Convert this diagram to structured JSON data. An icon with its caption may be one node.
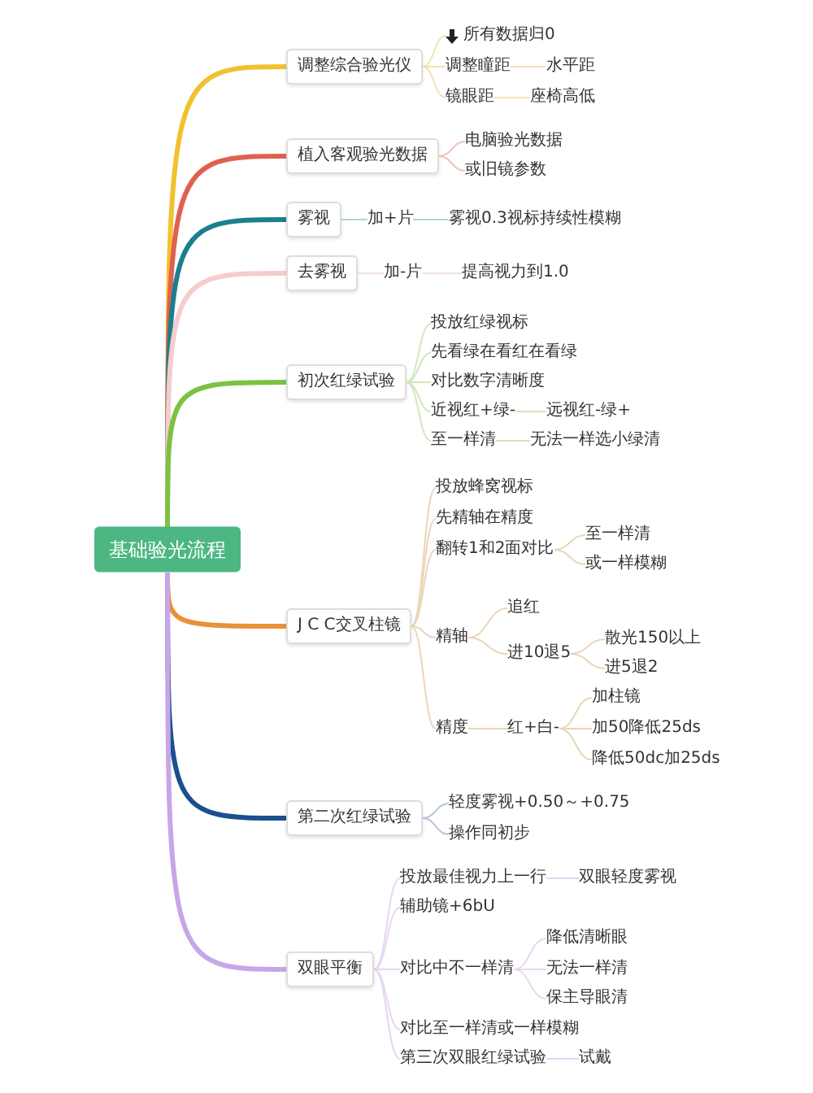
{
  "diagram": {
    "nodes": [
      {
        "text": [
          "基础验光流程"
        ]
      },
      {
        "text": [
          "调整综合验光仪"
        ]
      },
      {
        "text": [
          "所有数据归0"
        ]
      },
      {
        "text": [
          "调整瞳距"
        ]
      },
      {
        "text": [
          "水平距"
        ]
      },
      {
        "text": [
          "镜眼距"
        ]
      },
      {
        "text": [
          "座椅高低"
        ]
      },
      {
        "text": [
          "植入客观验光数据"
        ]
      },
      {
        "text": [
          "电脑验光数据"
        ]
      },
      {
        "text": [
          "或旧镜参数"
        ]
      },
      {
        "text": [
          "雾视"
        ]
      },
      {
        "text": [
          "加+片"
        ]
      },
      {
        "text": [
          "雾视0.3视标持续性模糊"
        ]
      },
      {
        "text": [
          "去雾视"
        ]
      },
      {
        "text": [
          "加-片"
        ]
      },
      {
        "text": [
          "提高视力到1.0"
        ]
      },
      {
        "text": [
          "初次红绿试验"
        ]
      },
      {
        "text": [
          "投放红绿视标"
        ]
      },
      {
        "text": [
          "先看绿在看红在看绿"
        ]
      },
      {
        "text": [
          "对比数字清晰度"
        ]
      },
      {
        "text": [
          "近视红+绿-"
        ]
      },
      {
        "text": [
          "远视红-绿+"
        ]
      },
      {
        "text": [
          "至一样清"
        ]
      },
      {
        "text": [
          "无法一样选小绿清"
        ]
      },
      {
        "text": [
          "J C C交叉柱镜"
        ]
      },
      {
        "text": [
          "投放蜂窝视标"
        ]
      },
      {
        "text": [
          "先精轴在精度"
        ]
      },
      {
        "text": [
          "翻转1和2面对比"
        ]
      },
      {
        "text": [
          "至一样清"
        ]
      },
      {
        "text": [
          "或一样模糊"
        ]
      },
      {
        "text": [
          "精轴"
        ]
      },
      {
        "text": [
          "追红"
        ]
      },
      {
        "text": [
          "进10退5"
        ]
      },
      {
        "text": [
          "散光150以上"
        ]
      },
      {
        "text": [
          "进5退2"
        ]
      },
      {
        "text": [
          "精度"
        ]
      },
      {
        "text": [
          "红+白-"
        ]
      },
      {
        "text": [
          "加柱镜"
        ]
      },
      {
        "text": [
          "加50降低25ds"
        ]
      },
      {
        "text": [
          "降低50dc加25ds"
        ]
      },
      {
        "text": [
          "第二次红绿试验"
        ]
      },
      {
        "text": [
          "轻度雾视+0.50～+0.75"
        ]
      },
      {
        "text": [
          "操作同初步"
        ]
      },
      {
        "text": [
          "双眼平衡"
        ]
      },
      {
        "text": [
          "投放最佳视力上一行"
        ]
      },
      {
        "text": [
          "双眼轻度雾视"
        ]
      },
      {
        "text": [
          "辅助镜+6bU"
        ]
      },
      {
        "text": [
          "对比中不一样清"
        ]
      },
      {
        "text": [
          "降低清晰眼"
        ]
      },
      {
        "text": [
          "无法一样清"
        ]
      },
      {
        "text": [
          "保主导眼清"
        ]
      },
      {
        "text": [
          "对比至一样清或一样模糊"
        ]
      },
      {
        "text": [
          "第三次双眼红绿试验"
        ]
      },
      {
        "text": [
          "试戴"
        ]
      }
    ],
    "edges": [
      {
        "from": 0,
        "to": 1,
        "arrow": "none",
        "style": "thick",
        "color": "#f2c12e"
      },
      {
        "from": 1,
        "to": 2,
        "arrow": "none",
        "color": "#f0e2b4"
      },
      {
        "from": 1,
        "to": 3,
        "arrow": "none",
        "color": "#f0e2b4"
      },
      {
        "from": 3,
        "to": 4,
        "arrow": "none",
        "color": "#f0e2b4"
      },
      {
        "from": 1,
        "to": 5,
        "arrow": "none",
        "color": "#f0e2b4"
      },
      {
        "from": 5,
        "to": 6,
        "arrow": "none",
        "color": "#f0e2b4"
      },
      {
        "from": 0,
        "to": 7,
        "arrow": "none",
        "style": "thick",
        "color": "#e0604f"
      },
      {
        "from": 7,
        "to": 8,
        "arrow": "none",
        "color": "#eec3bb"
      },
      {
        "from": 7,
        "to": 9,
        "arrow": "none",
        "color": "#eec3bb"
      },
      {
        "from": 0,
        "to": 10,
        "arrow": "none",
        "style": "thick",
        "color": "#1a7f8e"
      },
      {
        "from": 10,
        "to": 11,
        "arrow": "none",
        "color": "#b2d4d9"
      },
      {
        "from": 11,
        "to": 12,
        "arrow": "none",
        "color": "#b2d4d9"
      },
      {
        "from": 0,
        "to": 13,
        "arrow": "none",
        "style": "thick",
        "color": "#f6cccc"
      },
      {
        "from": 13,
        "to": 14,
        "arrow": "none",
        "color": "#f3e0e0"
      },
      {
        "from": 14,
        "to": 15,
        "arrow": "none",
        "color": "#f3e0e0"
      },
      {
        "from": 0,
        "to": 16,
        "arrow": "none",
        "style": "thick",
        "color": "#7cc242"
      },
      {
        "from": 16,
        "to": 17,
        "arrow": "none",
        "color": "#d2e6bf"
      },
      {
        "from": 16,
        "to": 18,
        "arrow": "none",
        "color": "#d2e6bf"
      },
      {
        "from": 16,
        "to": 19,
        "arrow": "none",
        "color": "#d2e6bf"
      },
      {
        "from": 16,
        "to": 20,
        "arrow": "none",
        "color": "#d2e6bf"
      },
      {
        "from": 20,
        "to": 21,
        "arrow": "none",
        "color": "#d2e6bf"
      },
      {
        "from": 16,
        "to": 22,
        "arrow": "none",
        "color": "#d2e6bf"
      },
      {
        "from": 22,
        "to": 23,
        "arrow": "none",
        "color": "#d2e6bf"
      },
      {
        "from": 0,
        "to": 24,
        "arrow": "none",
        "style": "thick",
        "color": "#e8913a"
      },
      {
        "from": 24,
        "to": 25,
        "arrow": "none",
        "color": "#ebd5b8"
      },
      {
        "from": 24,
        "to": 26,
        "arrow": "none",
        "color": "#ebd5b8"
      },
      {
        "from": 24,
        "to": 27,
        "arrow": "none",
        "color": "#ebd5b8"
      },
      {
        "from": 27,
        "to": 28,
        "arrow": "none",
        "color": "#ebd5b8"
      },
      {
        "from": 27,
        "to": 29,
        "arrow": "none",
        "color": "#ebd5b8"
      },
      {
        "from": 24,
        "to": 30,
        "arrow": "none",
        "color": "#ebd5b8"
      },
      {
        "from": 30,
        "to": 31,
        "arrow": "none",
        "color": "#ebd5b8"
      },
      {
        "from": 30,
        "to": 32,
        "arrow": "none",
        "color": "#ebd5b8"
      },
      {
        "from": 32,
        "to": 33,
        "arrow": "none",
        "color": "#ebd5b8"
      },
      {
        "from": 32,
        "to": 34,
        "arrow": "none",
        "color": "#ebd5b8"
      },
      {
        "from": 24,
        "to": 35,
        "arrow": "none",
        "color": "#ebd5b8"
      },
      {
        "from": 35,
        "to": 36,
        "arrow": "none",
        "color": "#ebd5b8"
      },
      {
        "from": 36,
        "to": 37,
        "arrow": "none",
        "color": "#ebd5b8"
      },
      {
        "from": 36,
        "to": 38,
        "arrow": "none",
        "color": "#ebd5b8"
      },
      {
        "from": 36,
        "to": 39,
        "arrow": "none",
        "color": "#ebd5b8"
      },
      {
        "from": 0,
        "to": 40,
        "arrow": "none",
        "style": "thick",
        "color": "#1b4f8f"
      },
      {
        "from": 40,
        "to": 41,
        "arrow": "none",
        "color": "#b7c7dc"
      },
      {
        "from": 40,
        "to": 42,
        "arrow": "none",
        "color": "#b7c7dc"
      },
      {
        "from": 0,
        "to": 43,
        "arrow": "none",
        "style": "thick",
        "color": "#c7a6e8"
      },
      {
        "from": 43,
        "to": 44,
        "arrow": "none",
        "color": "#e6d6f2"
      },
      {
        "from": 44,
        "to": 45,
        "arrow": "none",
        "color": "#e6d6f2"
      },
      {
        "from": 43,
        "to": 46,
        "arrow": "none",
        "color": "#e6d6f2"
      },
      {
        "from": 43,
        "to": 47,
        "arrow": "none",
        "color": "#e6d6f2"
      },
      {
        "from": 47,
        "to": 48,
        "arrow": "none",
        "color": "#e6d6f2"
      },
      {
        "from": 47,
        "to": 49,
        "arrow": "none",
        "color": "#e6d6f2"
      },
      {
        "from": 47,
        "to": 50,
        "arrow": "none",
        "color": "#e6d6f2"
      },
      {
        "from": 43,
        "to": 51,
        "arrow": "none",
        "color": "#e6d6f2"
      },
      {
        "from": 43,
        "to": 52,
        "arrow": "none",
        "color": "#e6d6f2"
      },
      {
        "from": 52,
        "to": 53,
        "arrow": "none",
        "color": "#e6d6f2"
      }
    ]
  }
}
